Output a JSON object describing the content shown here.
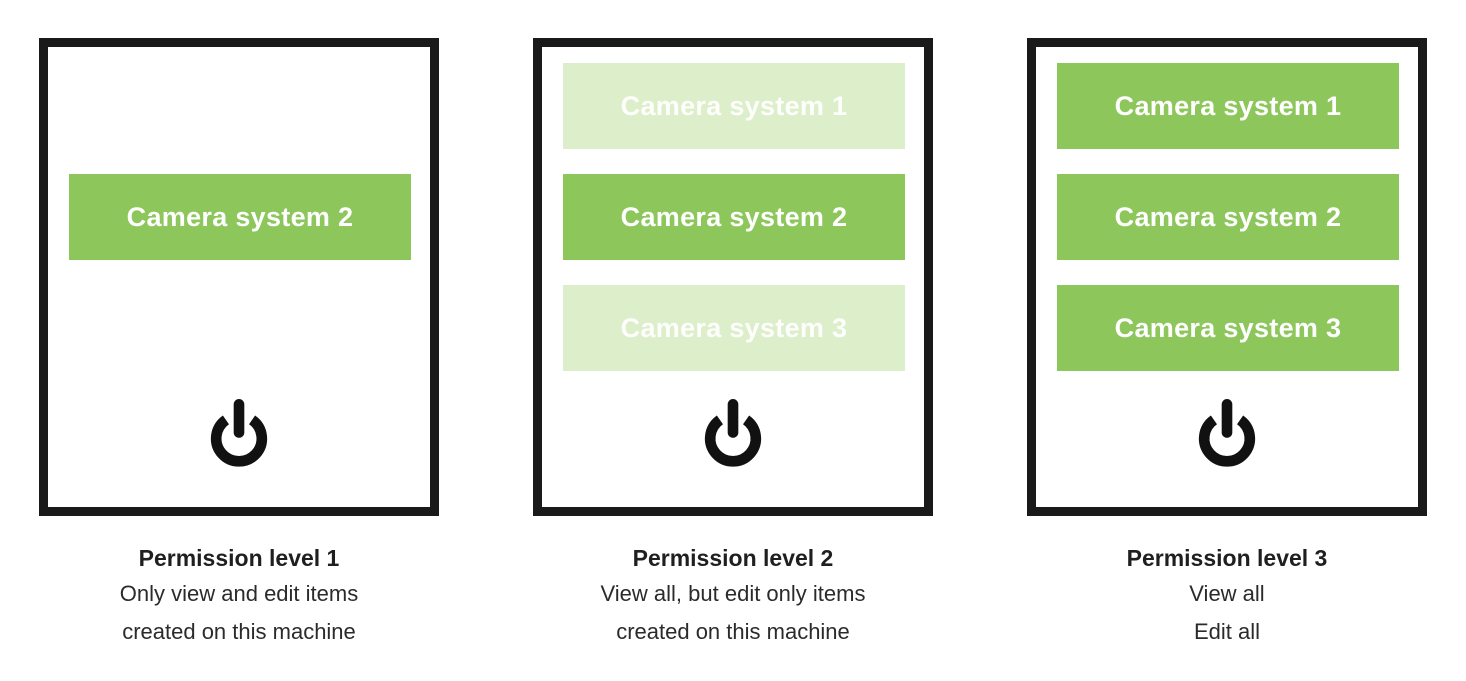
{
  "colors": {
    "active_green": "#8dc75b",
    "inactive_green": "#ddeeca",
    "panel_border": "#1a1a1a",
    "icon_black": "#111111",
    "text_dark": "#262626"
  },
  "panels": [
    {
      "icon": "power-icon",
      "buttons": [
        {
          "label": "Camera system 2",
          "state": "active",
          "row": 2
        }
      ],
      "caption_title": "Permission level 1",
      "caption_lines": [
        "Only view and edit items",
        "created on this machine"
      ]
    },
    {
      "icon": "power-icon",
      "buttons": [
        {
          "label": "Camera system 1",
          "state": "inactive",
          "row": 1
        },
        {
          "label": "Camera system 2",
          "state": "active",
          "row": 2
        },
        {
          "label": "Camera system 3",
          "state": "inactive",
          "row": 3
        }
      ],
      "caption_title": "Permission level 2",
      "caption_lines": [
        "View all, but edit only items",
        "created on this machine"
      ]
    },
    {
      "icon": "power-icon",
      "buttons": [
        {
          "label": "Camera system 1",
          "state": "active",
          "row": 1
        },
        {
          "label": "Camera system 2",
          "state": "active",
          "row": 2
        },
        {
          "label": "Camera system 3",
          "state": "active",
          "row": 3
        }
      ],
      "caption_title": "Permission level 3",
      "caption_lines": [
        "View all",
        "Edit all"
      ]
    }
  ]
}
